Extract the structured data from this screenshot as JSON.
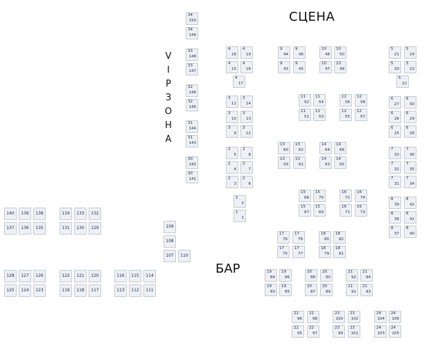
{
  "labels": {
    "stage": "СЦЕНА",
    "bar": "БАР",
    "vip": [
      "V",
      "I",
      "P",
      "З",
      "О",
      "Н",
      "А"
    ]
  },
  "colors": {
    "seat_fill": "#eef0f4",
    "seat_border": "#c4c9d2",
    "seat_text": "#1a2a4a"
  },
  "seats": [
    {
      "row": "34",
      "num": "150"
    },
    {
      "row": "34",
      "num": "149"
    },
    {
      "row": "33",
      "num": "148"
    },
    {
      "row": "33",
      "num": "147"
    },
    {
      "row": "32",
      "num": "146"
    },
    {
      "row": "32",
      "num": "145"
    },
    {
      "row": "31",
      "num": "144"
    },
    {
      "row": "31",
      "num": "143"
    },
    {
      "row": "30",
      "num": "142"
    },
    {
      "row": "30",
      "num": "141"
    },
    {
      "row": "4",
      "num": "16"
    },
    {
      "row": "4",
      "num": "19"
    },
    {
      "row": "4",
      "num": "15"
    },
    {
      "row": "4",
      "num": "18"
    },
    {
      "row": "4",
      "num": "17"
    },
    {
      "row": "3",
      "num": "11"
    },
    {
      "row": "3",
      "num": "14"
    },
    {
      "row": "3",
      "num": "10"
    },
    {
      "row": "3",
      "num": "13"
    },
    {
      "row": "3",
      "num": "9"
    },
    {
      "row": "3",
      "num": "12"
    },
    {
      "row": "2",
      "num": "5"
    },
    {
      "row": "2",
      "num": "8"
    },
    {
      "row": "2",
      "num": "4"
    },
    {
      "row": "2",
      "num": "7"
    },
    {
      "row": "2",
      "num": "3"
    },
    {
      "row": "2",
      "num": "6"
    },
    {
      "row": "1",
      "num": "2"
    },
    {
      "row": "1",
      "num": "1"
    },
    {
      "row": "9",
      "num": "44"
    },
    {
      "row": "9",
      "num": "46"
    },
    {
      "row": "9",
      "num": "43"
    },
    {
      "row": "9",
      "num": "45"
    },
    {
      "row": "10",
      "num": "48"
    },
    {
      "row": "10",
      "num": "50"
    },
    {
      "row": "10",
      "num": "47"
    },
    {
      "row": "10",
      "num": "49"
    },
    {
      "row": "5",
      "num": "21"
    },
    {
      "row": "5",
      "num": "24"
    },
    {
      "row": "5",
      "num": "20"
    },
    {
      "row": "5",
      "num": "23"
    },
    {
      "row": "5",
      "num": "22"
    },
    {
      "row": "11",
      "num": "52"
    },
    {
      "row": "11",
      "num": "54"
    },
    {
      "row": "11",
      "num": "51"
    },
    {
      "row": "11",
      "num": "53"
    },
    {
      "row": "12",
      "num": "56"
    },
    {
      "row": "12",
      "num": "58"
    },
    {
      "row": "12",
      "num": "55"
    },
    {
      "row": "12",
      "num": "57"
    },
    {
      "row": "6",
      "num": "27"
    },
    {
      "row": "6",
      "num": "30"
    },
    {
      "row": "6",
      "num": "26"
    },
    {
      "row": "6",
      "num": "29"
    },
    {
      "row": "6",
      "num": "25"
    },
    {
      "row": "6",
      "num": "28"
    },
    {
      "row": "7",
      "num": "33"
    },
    {
      "row": "7",
      "num": "36"
    },
    {
      "row": "7",
      "num": "32"
    },
    {
      "row": "7",
      "num": "35"
    },
    {
      "row": "7",
      "num": "31"
    },
    {
      "row": "7",
      "num": "34"
    },
    {
      "row": "8",
      "num": "39"
    },
    {
      "row": "8",
      "num": "42"
    },
    {
      "row": "8",
      "num": "38"
    },
    {
      "row": "8",
      "num": "41"
    },
    {
      "row": "8",
      "num": "37"
    },
    {
      "row": "8",
      "num": "40"
    },
    {
      "row": "13",
      "num": "60"
    },
    {
      "row": "13",
      "num": "62"
    },
    {
      "row": "13",
      "num": "59"
    },
    {
      "row": "13",
      "num": "61"
    },
    {
      "row": "14",
      "num": "64"
    },
    {
      "row": "14",
      "num": "66"
    },
    {
      "row": "14",
      "num": "63"
    },
    {
      "row": "14",
      "num": "65"
    },
    {
      "row": "15",
      "num": "68"
    },
    {
      "row": "15",
      "num": "70"
    },
    {
      "row": "15",
      "num": "67"
    },
    {
      "row": "15",
      "num": "69"
    },
    {
      "row": "16",
      "num": "72"
    },
    {
      "row": "16",
      "num": "74"
    },
    {
      "row": "16",
      "num": "71"
    },
    {
      "row": "16",
      "num": "73"
    },
    {
      "row": "17",
      "num": "76"
    },
    {
      "row": "17",
      "num": "78"
    },
    {
      "row": "17",
      "num": "75"
    },
    {
      "row": "17",
      "num": "77"
    },
    {
      "row": "18",
      "num": "80"
    },
    {
      "row": "18",
      "num": "82"
    },
    {
      "row": "18",
      "num": "79"
    },
    {
      "row": "18",
      "num": "81"
    },
    {
      "row": "19",
      "num": "84"
    },
    {
      "row": "19",
      "num": "86"
    },
    {
      "row": "19",
      "num": "83"
    },
    {
      "row": "19",
      "num": "85"
    },
    {
      "row": "20",
      "num": "88"
    },
    {
      "row": "20",
      "num": "90"
    },
    {
      "row": "20",
      "num": "87"
    },
    {
      "row": "20",
      "num": "89"
    },
    {
      "row": "21",
      "num": "92"
    },
    {
      "row": "21",
      "num": "94"
    },
    {
      "row": "21",
      "num": "91"
    },
    {
      "row": "21",
      "num": "93"
    },
    {
      "row": "22",
      "num": "96"
    },
    {
      "row": "22",
      "num": "98"
    },
    {
      "row": "22",
      "num": "95"
    },
    {
      "row": "22",
      "num": "97"
    },
    {
      "row": "23",
      "num": "100"
    },
    {
      "row": "23",
      "num": "102"
    },
    {
      "row": "23",
      "num": "99"
    },
    {
      "row": "23",
      "num": "101"
    },
    {
      "row": "24",
      "num": "104"
    },
    {
      "row": "24",
      "num": "106"
    },
    {
      "row": "24",
      "num": "103"
    },
    {
      "row": "24",
      "num": "105"
    },
    {
      "row": "",
      "num": "109"
    },
    {
      "row": "",
      "num": "108"
    },
    {
      "row": "",
      "num": "107"
    },
    {
      "row": "",
      "num": "110"
    },
    {
      "row": "",
      "num": "140"
    },
    {
      "row": "",
      "num": "139"
    },
    {
      "row": "",
      "num": "138"
    },
    {
      "row": "",
      "num": "137"
    },
    {
      "row": "",
      "num": "136"
    },
    {
      "row": "",
      "num": "135"
    },
    {
      "row": "",
      "num": "134"
    },
    {
      "row": "",
      "num": "133"
    },
    {
      "row": "",
      "num": "132"
    },
    {
      "row": "",
      "num": "131"
    },
    {
      "row": "",
      "num": "130"
    },
    {
      "row": "",
      "num": "129"
    },
    {
      "row": "",
      "num": "128"
    },
    {
      "row": "",
      "num": "127"
    },
    {
      "row": "",
      "num": "126"
    },
    {
      "row": "",
      "num": "125"
    },
    {
      "row": "",
      "num": "124"
    },
    {
      "row": "",
      "num": "123"
    },
    {
      "row": "",
      "num": "122"
    },
    {
      "row": "",
      "num": "121"
    },
    {
      "row": "",
      "num": "120"
    },
    {
      "row": "",
      "num": "119"
    },
    {
      "row": "",
      "num": "118"
    },
    {
      "row": "",
      "num": "117"
    },
    {
      "row": "",
      "num": "116"
    },
    {
      "row": "",
      "num": "115"
    },
    {
      "row": "",
      "num": "114"
    },
    {
      "row": "",
      "num": "113"
    },
    {
      "row": "",
      "num": "112"
    },
    {
      "row": "",
      "num": "111"
    }
  ]
}
